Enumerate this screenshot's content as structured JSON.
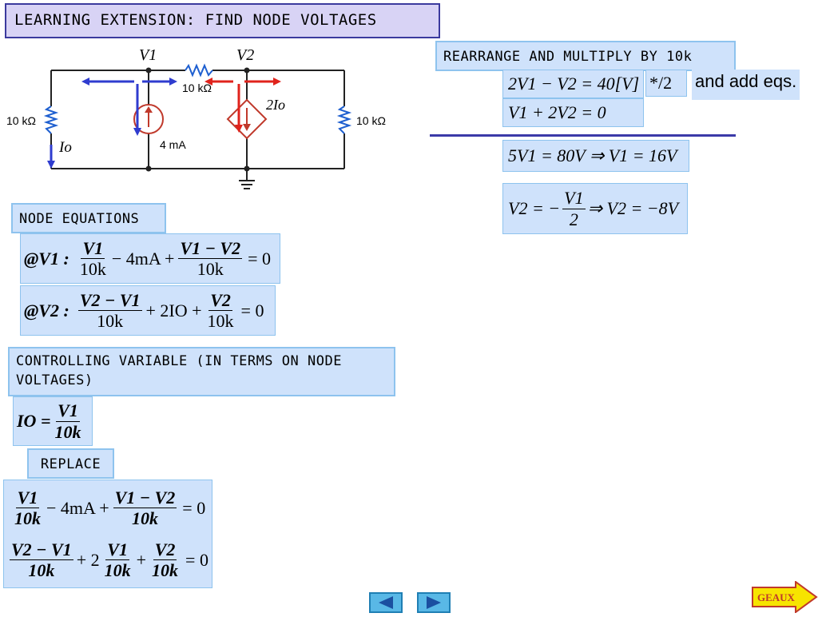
{
  "title": "LEARNING EXTENSION: FIND NODE VOLTAGES",
  "circuit": {
    "v1": "V1",
    "v2": "V2",
    "r_top": "10 kΩ",
    "r_left": "10 kΩ",
    "r_right": "10 kΩ",
    "current_source": "4 mA",
    "dep_source": "2Io",
    "io_label": "Io"
  },
  "node_equations": {
    "header": "NODE EQUATIONS",
    "eq1": {
      "at": "@V1 :",
      "t1n": "V1",
      "t1d": "10k",
      "mid": "− 4mA +",
      "t2n": "V1 − V2",
      "t2d": "10k",
      "end": "= 0"
    },
    "eq2": {
      "at": "@V2 :",
      "t1n": "V2 − V1",
      "t1d": "10k",
      "mid": "+ 2IO +",
      "t2n": "V2",
      "t2d": "10k",
      "end": "= 0"
    }
  },
  "controlling": {
    "header": "CONTROLLING VARIABLE (IN TERMS ON NODE VOLTAGES)",
    "lhs": "IO =",
    "num": "V1",
    "den": "10k"
  },
  "replace": {
    "header": "REPLACE",
    "eq1": {
      "t1n": "V1",
      "t1d": "10k",
      "mid": "− 4mA +",
      "t2n": "V1 − V2",
      "t2d": "10k",
      "end": "= 0"
    },
    "eq2": {
      "t1n": "V2 − V1",
      "t1d": "10k",
      "p": "+ 2",
      "t2n": "V1",
      "t2d": "10k",
      "plus": "+",
      "t3n": "V2",
      "t3d": "10k",
      "end": "= 0"
    }
  },
  "rearrange": {
    "header": "REARRANGE AND MULTIPLY BY 10k",
    "eq1": "2V1 − V2 = 40[V]",
    "op": "*/2",
    "note": "and add eqs.",
    "eq2": "V1 + 2V2 = 0",
    "result1": "5V1 = 80V ⇒ V1 = 16V",
    "result2_lhs": "V2 = −",
    "result2_num": "V1",
    "result2_den": "2",
    "result2_rhs": "⇒ V2 = −8V"
  },
  "nav": {
    "geaux": "GEAUX"
  }
}
